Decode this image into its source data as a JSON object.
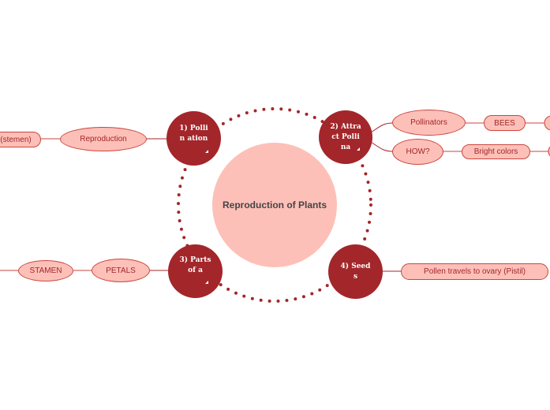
{
  "central": {
    "title": "Reproduction of Plants"
  },
  "hubs": {
    "h1": "1) Pollin ation",
    "h2": "2) Attract Pollina",
    "h3": "3) Parts of a",
    "h4": "4) Seeds"
  },
  "nodes": {
    "stemen": "(stemen)",
    "reproduction": "Reproduction",
    "pollinators": "Pollinators",
    "bees": "BEES",
    "how": "HOW?",
    "bright_colors": "Bright colors",
    "stamen": "STAMEN",
    "petals": "PETALS",
    "pollen_travels": "Pollen travels to ovary (Pistil)"
  },
  "colors": {
    "hub": "#a3262a",
    "node_fill": "#fdc0b8",
    "node_border": "#c9463f",
    "central_fill": "#fdc0b8"
  }
}
